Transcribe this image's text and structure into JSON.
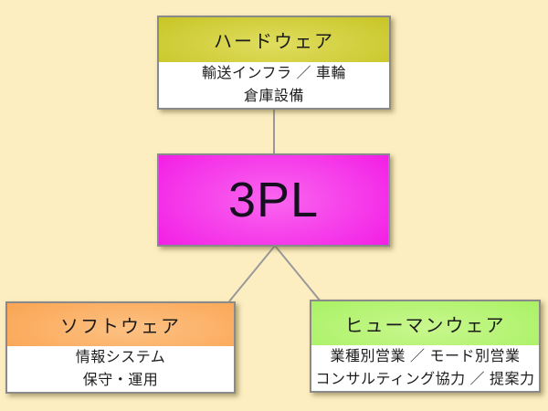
{
  "colors": {
    "background": "#FCEEC1",
    "box_border": "#8A8A8A",
    "connector": "#999999",
    "text": "#1C1C1C",
    "hardware_header_center": "#E0DD60",
    "hardware_header_edge": "#BDBB0C",
    "software_header_center": "#FDC183",
    "software_header_edge": "#F99B41",
    "humanware_header_center": "#C8F78E",
    "humanware_header_edge": "#9CEF52",
    "center_box_center": "#FA66EF",
    "center_box_edge": "#F112E4"
  },
  "center": {
    "label": "3PL"
  },
  "nodes": {
    "hardware": {
      "title": "ハードウェア",
      "line1": "輸送インフラ ／ 車輪",
      "line2": "倉庫設備"
    },
    "software": {
      "title": "ソフトウェア",
      "line1": "情報システム",
      "line2": "保守・運用"
    },
    "humanware": {
      "title": "ヒューマンウェア",
      "line1": "業種別営業 ／ モード別営業",
      "line2": "コンサルティング協力 ／ 提案力"
    }
  }
}
